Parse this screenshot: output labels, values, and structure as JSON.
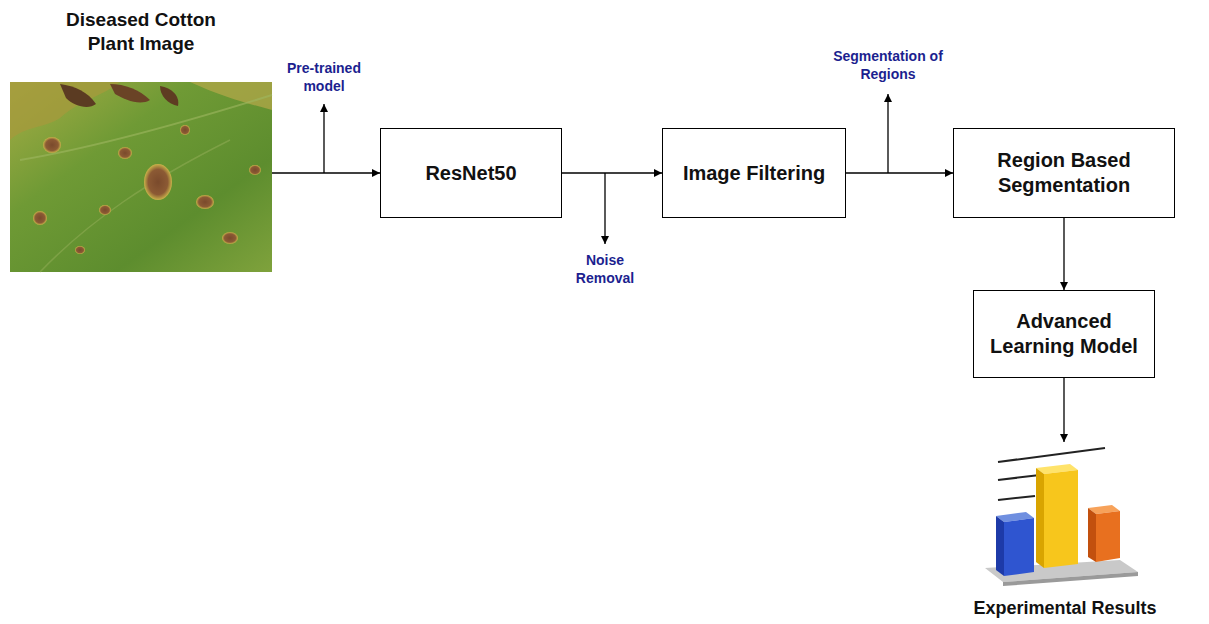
{
  "diagram": {
    "nodes": [
      {
        "text": [
          "Diseased Cotton Plant Image"
        ]
      },
      {
        "text": [
          "ResNet50"
        ]
      },
      {
        "text": [
          "Image Filtering"
        ]
      },
      {
        "text": [
          "Region Based Segmentation"
        ]
      },
      {
        "text": [
          "Advanced Learning Model"
        ]
      },
      {
        "text": [
          "Experimental Results"
        ]
      }
    ],
    "edges": [
      {
        "from": 0,
        "to": 1,
        "arrow": "to"
      },
      {
        "from": 1,
        "to": 2,
        "arrow": "to"
      },
      {
        "from": 2,
        "to": 3,
        "arrow": "to"
      },
      {
        "from": 3,
        "to": 4,
        "arrow": "to"
      },
      {
        "from": 4,
        "to": 5,
        "arrow": "to"
      }
    ],
    "labels": [
      "Pre-trained model",
      "Noise Removal",
      "Segmentation of Regions"
    ]
  }
}
